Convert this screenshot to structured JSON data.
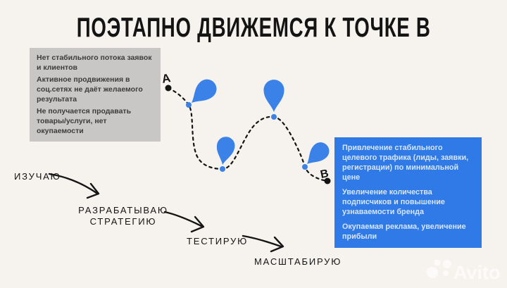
{
  "title": "ПОЭТАПНО ДВИЖЕМСЯ К ТОЧКЕ В",
  "problems_box": {
    "items": [
      "Нет стабильного потока заявок и клиентов",
      "Активное продвижения в соц.сетях не даёт желаемого результата",
      "Не получается продавать товары/услуги, нет окупаемости"
    ]
  },
  "solutions_box": {
    "items": [
      "Привлечение стабильного целевого трафика (лиды, заявки, регистрации) по минимальной цене",
      "Увеличение количества подписчиков и повышение узнаваемости бренда",
      "Окупаемая реклама, увеличение прибыли"
    ]
  },
  "journey": {
    "start_label": "A",
    "end_label": "B",
    "steps": [
      {
        "label": "ИЗУЧАЮ"
      },
      {
        "line1": "РАЗРАБАТЫВАЮ",
        "line2": "СТРАТЕГИЮ"
      },
      {
        "label": "ТЕСТИРУЮ"
      },
      {
        "label": "МАСШТАБИРУЮ"
      }
    ]
  },
  "watermark": {
    "brand": "Avito"
  },
  "colors": {
    "background": "#f6f3ef",
    "problems_box_bg": "#c9c7c5",
    "solutions_box_bg": "#2f7ae6",
    "pin_blue": "#3b82e8",
    "ink": "#141414",
    "solutions_text": "#d7e5fb",
    "problems_text": "#3c3c3c"
  }
}
